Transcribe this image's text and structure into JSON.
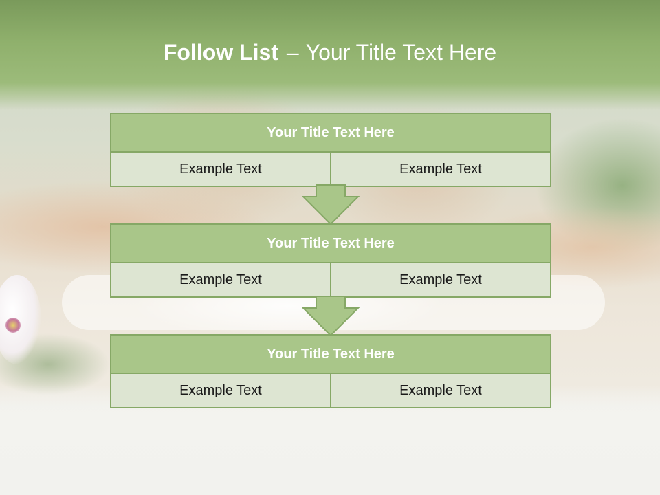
{
  "header": {
    "title_bold": "Follow List",
    "title_dash": "–",
    "title_rest": "Your Title Text Here"
  },
  "blocks": [
    {
      "title": "Your Title Text Here",
      "left": "Example Text",
      "right": "Example Text"
    },
    {
      "title": "Your Title Text Here",
      "left": "Example Text",
      "right": "Example Text"
    },
    {
      "title": "Your Title Text Here",
      "left": "Example Text",
      "right": "Example Text"
    }
  ],
  "colors": {
    "header_green": "#8fb06c",
    "block_title_fill": "#a9c689",
    "block_border": "#86a866",
    "cell_fill": "#dde5d2",
    "arrow_fill": "#a9c689"
  },
  "icons": {
    "connector": "down-arrow-icon"
  }
}
